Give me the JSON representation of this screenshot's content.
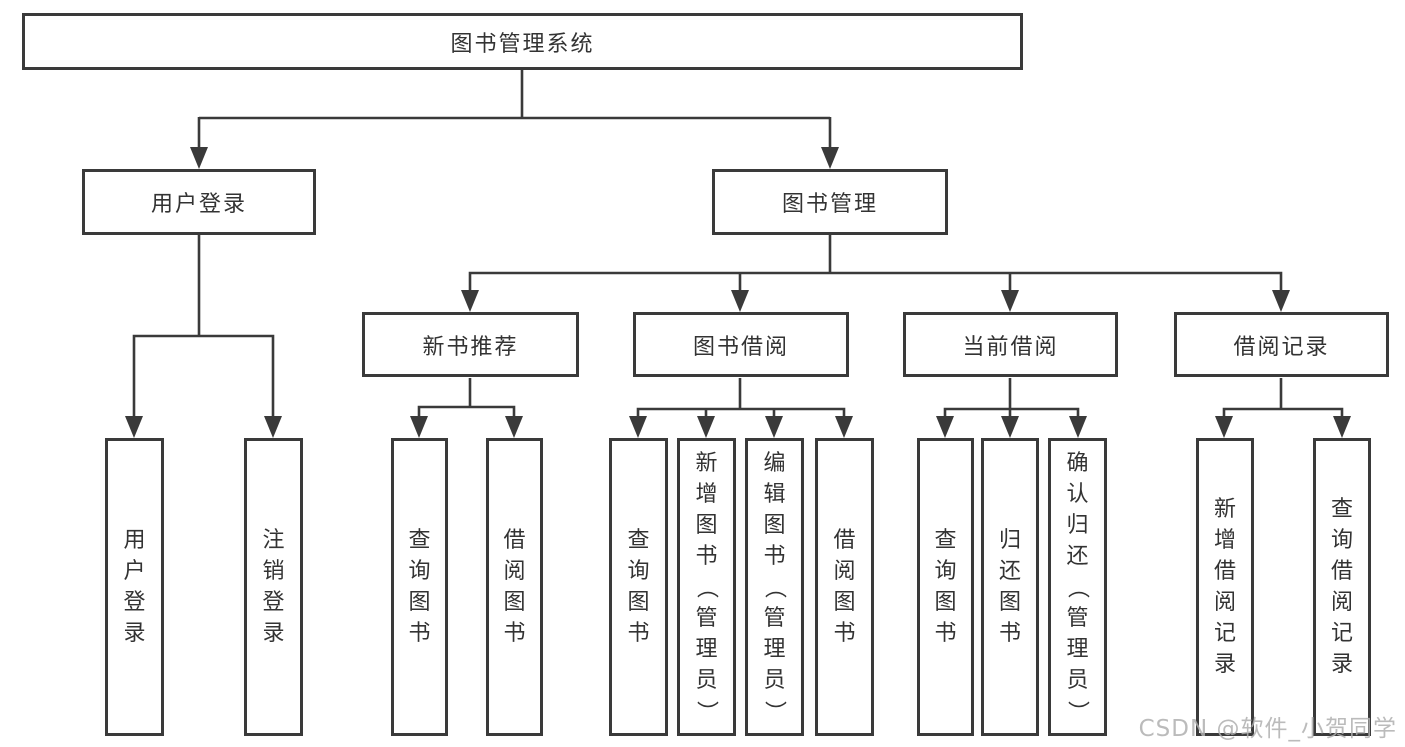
{
  "tree": {
    "root": "图书管理系统",
    "children": [
      {
        "label": "用户登录",
        "children": [
          {
            "label": "用户登录"
          },
          {
            "label": "注销登录"
          }
        ]
      },
      {
        "label": "图书管理",
        "children": [
          {
            "label": "新书推荐",
            "children": [
              {
                "label": "查询图书"
              },
              {
                "label": "借阅图书"
              }
            ]
          },
          {
            "label": "图书借阅",
            "children": [
              {
                "label": "查询图书"
              },
              {
                "label": "新增图书（管理员）"
              },
              {
                "label": "编辑图书（管理员）"
              },
              {
                "label": "借阅图书"
              }
            ]
          },
          {
            "label": "当前借阅",
            "children": [
              {
                "label": "查询图书"
              },
              {
                "label": "归还图书"
              },
              {
                "label": "确认归还（管理员）"
              }
            ]
          },
          {
            "label": "借阅记录",
            "children": [
              {
                "label": "新增借阅记录"
              },
              {
                "label": "查询借阅记录"
              }
            ]
          }
        ]
      }
    ]
  },
  "watermark": {
    "text": "CSDN @软件_小贺同学"
  },
  "colors": {
    "line": "#3a3a3a",
    "text": "#333333",
    "watermark": "#b0b0b0",
    "background": "#ffffff"
  }
}
